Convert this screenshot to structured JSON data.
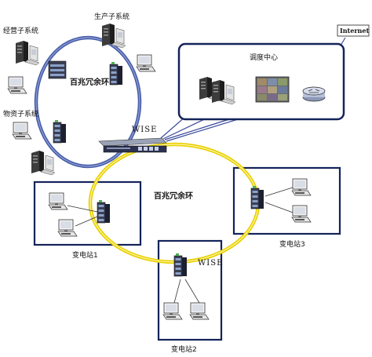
{
  "labels": {
    "business_subsystem": "经营子系统",
    "production_subsystem": "生产子系统",
    "materials_subsystem": "物资子系统",
    "ring_top": "百兆冗余环",
    "ring_bottom": "百兆冗余环",
    "dispatch_center": "调度中心",
    "internet": "Internet",
    "wise_main": "WISE",
    "wise_station2": "WISE",
    "station1": "变电站1",
    "station2": "变电站2",
    "station3": "变电站3"
  },
  "colors": {
    "ring_blue": "#4a5fa8",
    "ring_yellow": "#e8d000",
    "box_border": "#14235a",
    "link_line": "#3a4a9a"
  },
  "icons": {
    "pc": "desktop-computer-icon",
    "server": "server-tower-icon",
    "switch": "ethernet-switch-icon",
    "router": "router-icon",
    "video": "video-wall-icon"
  }
}
